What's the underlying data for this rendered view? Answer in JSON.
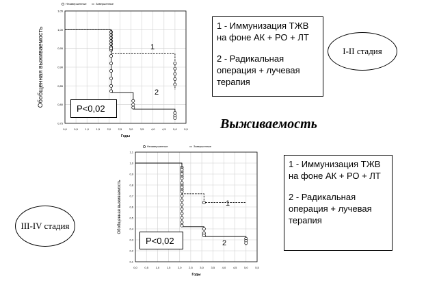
{
  "title": "Выживаемость",
  "colors": {
    "line": "#000000",
    "grid": "#cfcfcf"
  },
  "chart_data": [
    {
      "type": "line",
      "subtitle": "I-II стадия",
      "legend": [
        "Незавершенные",
        "Завершенные"
      ],
      "xlabel": "Годы",
      "ylabel": "Обобщенная выживаемость",
      "xlim": [
        0,
        5.5
      ],
      "ylim": [
        0.75,
        1.05
      ],
      "xticks": [
        "0,0",
        "0,5",
        "1,0",
        "1,5",
        "2,0",
        "2,5",
        "3,0",
        "3,5",
        "4,0",
        "4,5",
        "5,0",
        "5,5"
      ],
      "yticks": [
        "1,05",
        "1,00",
        "0,95",
        "0,90",
        "0,85",
        "0,80",
        "0,75"
      ],
      "p_value": "P<0,02",
      "legend_text": [
        "1 - Иммунизация ТЖВ",
        "на фоне АК + РО + ЛТ",
        "2 - Радикальная",
        "операция + лучевая",
        "терапия"
      ],
      "series": [
        {
          "name": "1",
          "style": "dashed",
          "x": [
            0,
            2.1,
            2.1,
            5.0,
            5.0
          ],
          "y": [
            1.0,
            1.0,
            0.936,
            0.936,
            0.84
          ],
          "censored": [
            [
              2.1,
              0.994
            ],
            [
              2.1,
              0.986
            ],
            [
              2.1,
              0.978
            ],
            [
              2.1,
              0.97
            ],
            [
              2.1,
              0.962
            ],
            [
              2.1,
              0.954
            ],
            [
              2.1,
              0.946
            ],
            [
              5.0,
              0.91
            ],
            [
              5.0,
              0.896
            ],
            [
              5.0,
              0.882
            ],
            [
              5.0,
              0.868
            ],
            [
              5.0,
              0.854
            ]
          ]
        },
        {
          "name": "2",
          "style": "solid",
          "x": [
            0,
            2.1,
            2.1,
            3.1,
            3.1,
            5.0,
            5.0
          ],
          "y": [
            1.0,
            1.0,
            0.832,
            0.832,
            0.788,
            0.788,
            0.76
          ],
          "censored": [
            [
              2.1,
              0.95
            ],
            [
              2.1,
              0.93
            ],
            [
              2.1,
              0.91
            ],
            [
              2.1,
              0.89
            ],
            [
              2.1,
              0.87
            ],
            [
              2.1,
              0.85
            ],
            [
              2.1,
              0.836
            ],
            [
              3.1,
              0.81
            ],
            [
              3.1,
              0.8
            ],
            [
              3.1,
              0.792
            ],
            [
              5.0,
              0.778
            ],
            [
              5.0,
              0.77
            ],
            [
              5.0,
              0.764
            ]
          ]
        }
      ]
    },
    {
      "type": "line",
      "subtitle": "III-IV стадия",
      "legend": [
        "Незавершенные",
        "Завершенные"
      ],
      "xlabel": "Годы",
      "ylabel": "Обобщенная выживаемость",
      "xlim": [
        0,
        5.5
      ],
      "ylim": [
        0.1,
        1.1
      ],
      "xticks": [
        "0,0",
        "0,5",
        "1,0",
        "1,5",
        "2,0",
        "2,5",
        "3,0",
        "3,5",
        "4,0",
        "4,5",
        "5,0",
        "5,5"
      ],
      "yticks": [
        "1,1",
        "1,0",
        "0,9",
        "0,8",
        "0,7",
        "0,6",
        "0,5",
        "0,4",
        "0,3",
        "0,2",
        "0,1"
      ],
      "p_value": "P<0,02",
      "legend_text": [
        "1 - Иммунизация ТЖВ",
        "на фоне АК + РО + ЛТ",
        "2 - Радикальная",
        "операция + лучевая",
        "терапия"
      ],
      "series": [
        {
          "name": "1",
          "style": "dashed",
          "x": [
            0,
            2.1,
            2.1,
            3.1,
            3.1,
            5.0
          ],
          "y": [
            1.0,
            1.0,
            0.72,
            0.72,
            0.64,
            0.64
          ],
          "censored": [
            [
              2.1,
              0.96
            ],
            [
              2.1,
              0.92
            ],
            [
              2.1,
              0.88
            ],
            [
              2.1,
              0.8
            ],
            [
              2.1,
              0.76
            ],
            [
              3.1,
              0.64
            ]
          ]
        },
        {
          "name": "2",
          "style": "solid",
          "x": [
            0,
            2.1,
            2.1,
            3.1,
            3.1,
            5.0,
            5.0
          ],
          "y": [
            1.0,
            1.0,
            0.42,
            0.42,
            0.33,
            0.33,
            0.25
          ],
          "censored": [
            [
              2.1,
              0.94
            ],
            [
              2.1,
              0.9
            ],
            [
              2.1,
              0.86
            ],
            [
              2.1,
              0.82
            ],
            [
              2.1,
              0.78
            ],
            [
              2.1,
              0.74
            ],
            [
              2.1,
              0.7
            ],
            [
              2.1,
              0.66
            ],
            [
              2.1,
              0.62
            ],
            [
              2.1,
              0.58
            ],
            [
              2.1,
              0.54
            ],
            [
              2.1,
              0.5
            ],
            [
              2.1,
              0.46
            ],
            [
              2.1,
              0.43
            ],
            [
              3.1,
              0.4
            ],
            [
              3.1,
              0.36
            ],
            [
              3.1,
              0.34
            ],
            [
              5.0,
              0.31
            ],
            [
              5.0,
              0.29
            ],
            [
              5.0,
              0.27
            ]
          ]
        }
      ]
    }
  ]
}
